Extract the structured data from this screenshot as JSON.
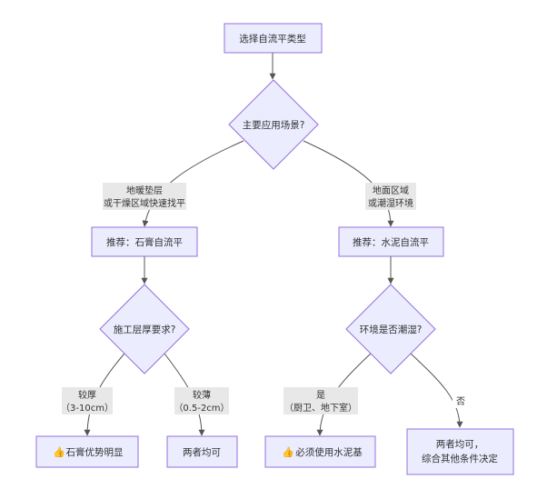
{
  "colors": {
    "node_fill": "#ECECFF",
    "node_stroke": "#9370DB",
    "edge": "#555555",
    "label_bg": "#E8E8E8"
  },
  "nodes": {
    "start": "选择自流平类型",
    "scenario": "主要应用场景?",
    "gypsum": "推荐：石膏自流平",
    "cement": "推荐：水泥自流平",
    "thickness": "施工层厚要求?",
    "humidity": "环境是否潮湿?",
    "gypsum_adv": "石膏优势明显",
    "both_ok": "两者均可",
    "must_cement": "必须使用水泥基",
    "both_ok_2_line1": "两者均可，",
    "both_ok_2_line2": "综合其他条件决定"
  },
  "edge_labels": {
    "heating_line1": "地暖垫层",
    "heating_line2": "或干燥区域快速找平",
    "ground_line1": "地面区域",
    "ground_line2": "或潮湿环境",
    "thick_line1": "较厚",
    "thick_line2": "（3-10cm）",
    "thin_line1": "较薄",
    "thin_line2": "（0.5-2cm）",
    "yes_line1": "是",
    "yes_line2": "（厨卫、地下室）",
    "no": "否"
  },
  "icons": {
    "gypsum_adv": "thumbs-up-icon",
    "must_cement": "thumbs-up-icon"
  }
}
